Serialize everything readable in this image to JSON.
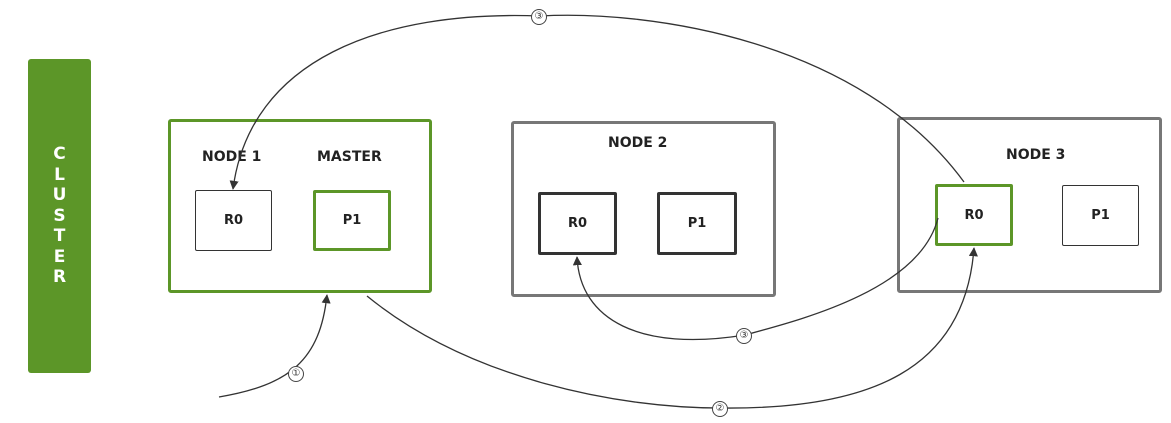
{
  "cluster": {
    "letters": [
      "C",
      "L",
      "U",
      "S",
      "T",
      "E",
      "R"
    ]
  },
  "nodes": {
    "node1": {
      "title": "NODE 1",
      "role": "MASTER",
      "shards": [
        "R0",
        "P1"
      ]
    },
    "node2": {
      "title": "NODE 2",
      "shards": [
        "R0",
        "P1"
      ]
    },
    "node3": {
      "title": "NODE 3",
      "shards": [
        "R0",
        "P1"
      ]
    }
  },
  "steps": {
    "one": "①",
    "two": "②",
    "three_top": "③",
    "three_bottom": "③"
  },
  "colors": {
    "accent": "#5c9628",
    "node_border": "#777777",
    "line": "#333333"
  }
}
